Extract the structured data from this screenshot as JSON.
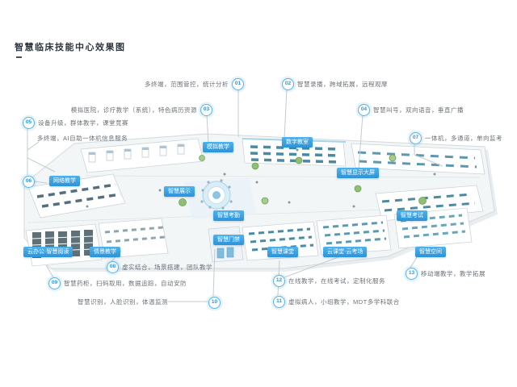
{
  "page": {
    "title": "智慧临床技能中心效果图"
  },
  "plan": {
    "badges": [
      {
        "label": "模拟教学"
      },
      {
        "label": "数字教室"
      },
      {
        "label": "智慧显示大屏"
      },
      {
        "label": "网络教学"
      },
      {
        "label": "智慧展示"
      },
      {
        "label": "智慧考勤"
      },
      {
        "label": "智慧门禁"
      },
      {
        "label": "智慧课堂"
      },
      {
        "label": "云课堂·云考场"
      },
      {
        "label": "智慧考试"
      },
      {
        "label": "智慧空间"
      },
      {
        "label": "云办公·智慧阅读"
      },
      {
        "label": "情景教学"
      }
    ]
  },
  "callouts": [
    {
      "num": "01",
      "text": "多终端，范围管控，统计分析"
    },
    {
      "num": "02",
      "text": "智慧录播，跨域拓展，远程观摩"
    },
    {
      "num": "03",
      "text": "模拟医院，诊疗教学（系统），特色病历资源"
    },
    {
      "num": "04",
      "text": "智慧叫号，双向语音，垂直广播"
    },
    {
      "num": "05",
      "text": "设备升级，群体教学，课堂竞赛"
    },
    {
      "num": "06",
      "text": "多终端，AI自助一体机信息服务"
    },
    {
      "num": "07",
      "text": "一体机，多通道，单向监考"
    },
    {
      "num": "08",
      "text": "虚实结合，场景搭建，团队教学"
    },
    {
      "num": "09",
      "text": "智慧药柜，扫码取用，数据追踪，自动安防"
    },
    {
      "num": "10",
      "text": "智慧识别，人脸识别，体温监测"
    },
    {
      "num": "11",
      "text": "虚拟病人，小组教学，MDT多学科联合"
    },
    {
      "num": "12",
      "text": "在线教学，在线考试，定制化服务"
    },
    {
      "num": "13",
      "text": "移动端教学，教学拓展"
    }
  ],
  "colors": {
    "accent": "#35a3e2",
    "leader_line": "#c3cad0",
    "text_gray": "#6b7177"
  }
}
